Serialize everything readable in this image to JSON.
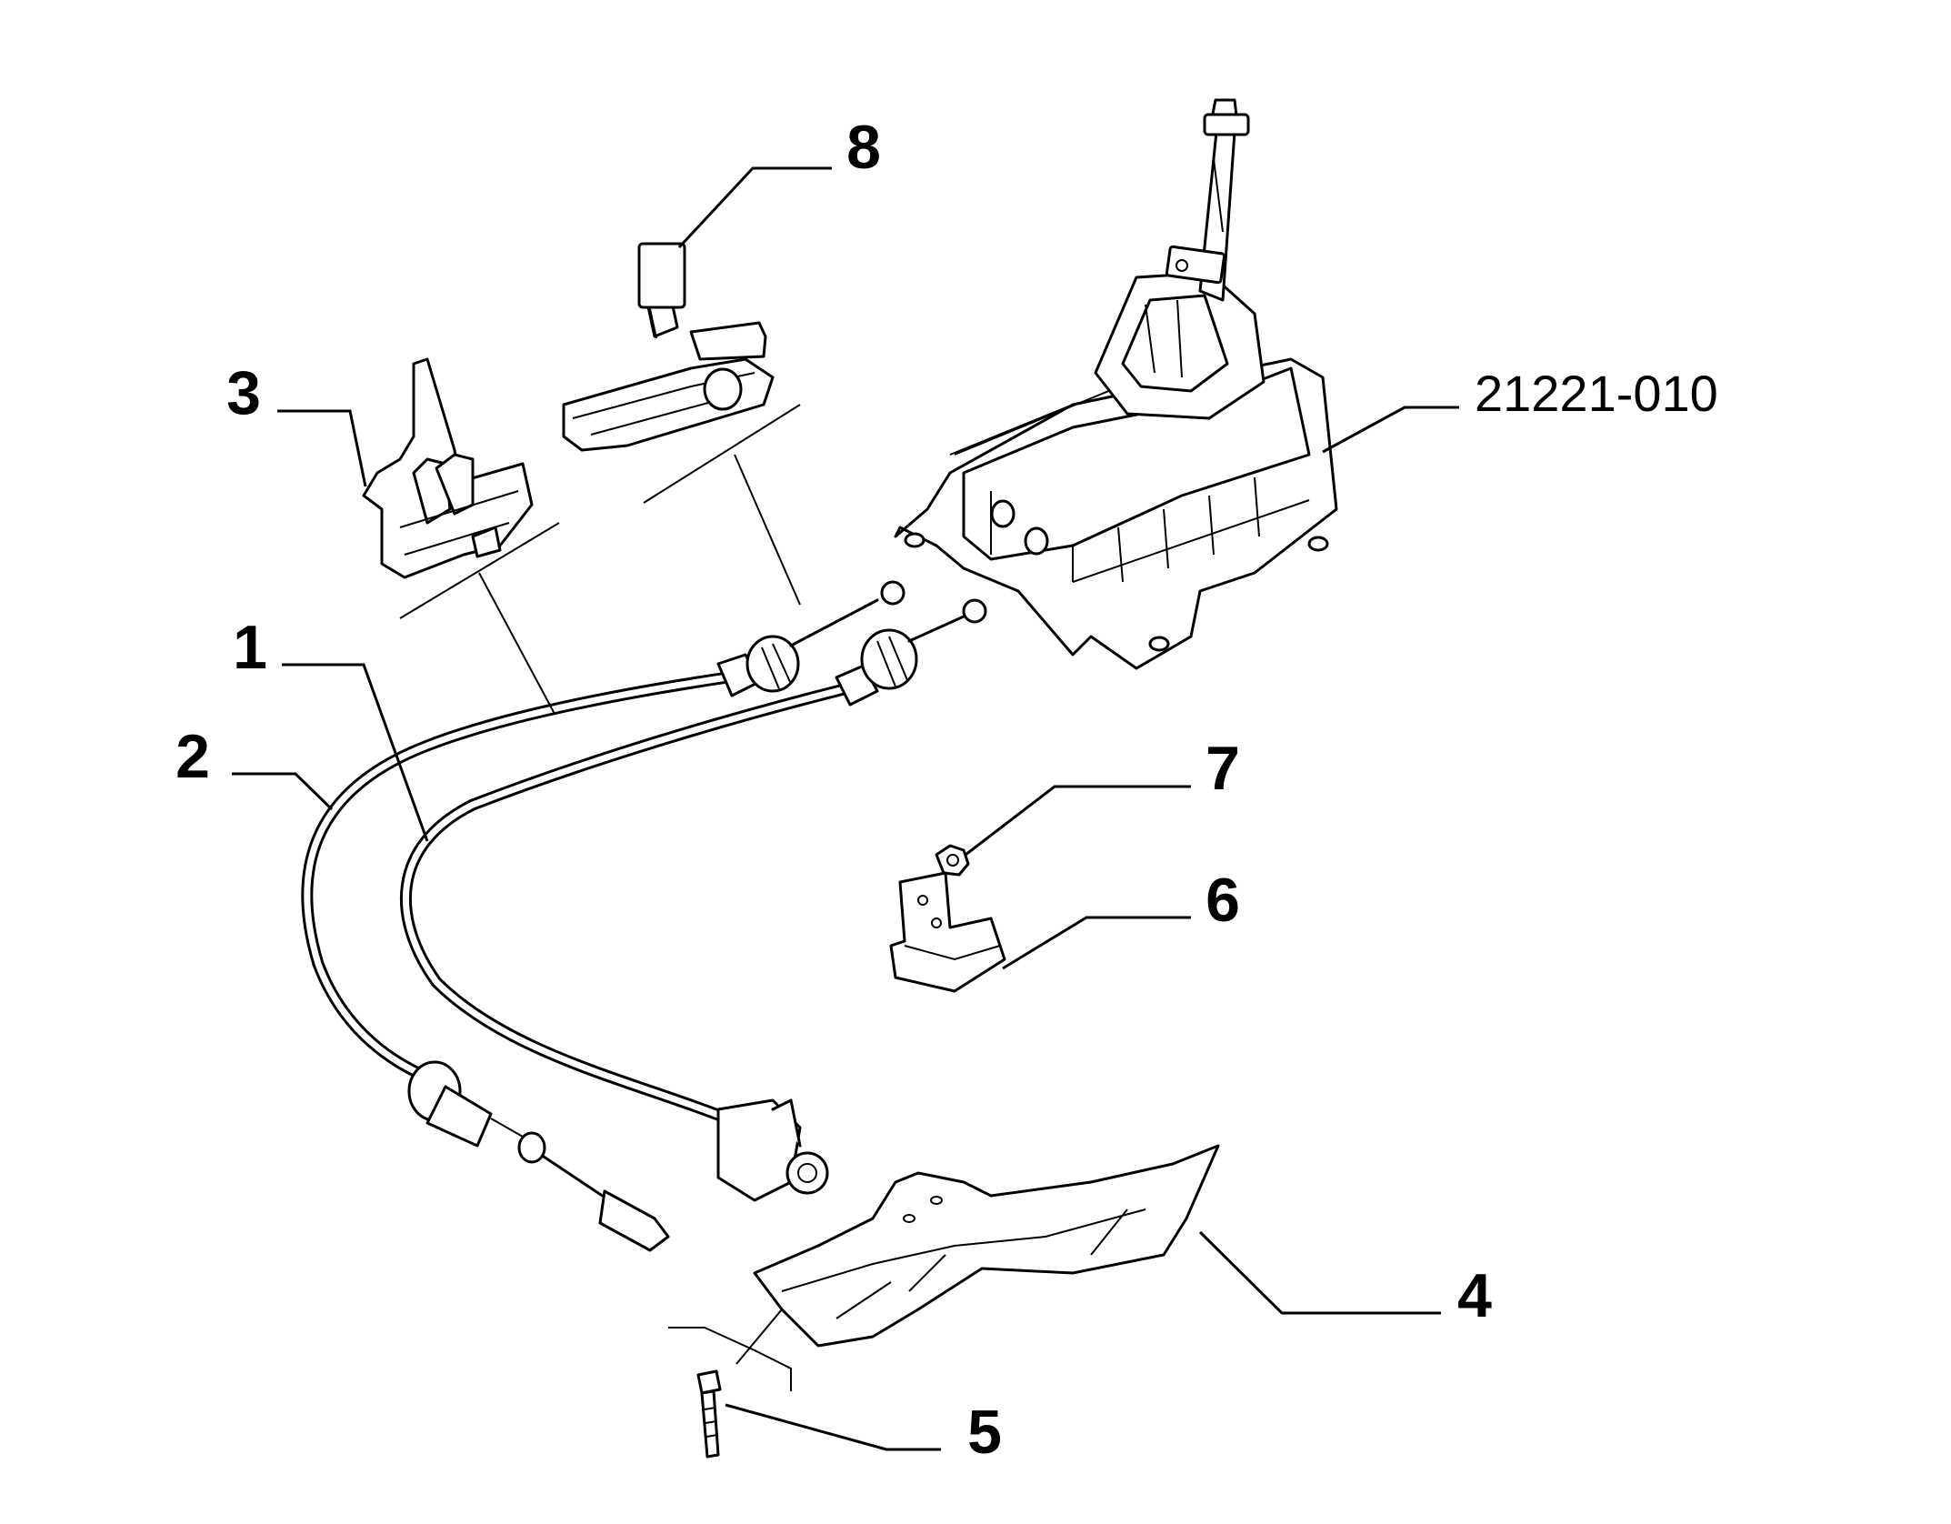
{
  "callouts": {
    "c1": "1",
    "c2": "2",
    "c3": "3",
    "c4": "4",
    "c5": "5",
    "c6": "6",
    "c7": "7",
    "c8": "8",
    "ref": "21221-010"
  }
}
